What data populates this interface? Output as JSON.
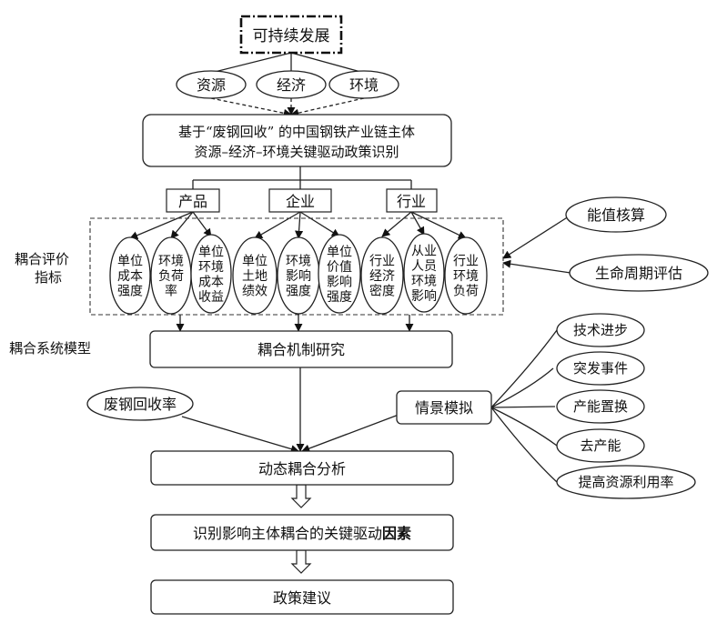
{
  "top": "可持续发展",
  "pillars": [
    "资源",
    "经济",
    "环境"
  ],
  "main_box": [
    "基于“废钢回收” 的中国钢铁产业链主体",
    "资源–经济–环境关键驱动政策识别"
  ],
  "levels": [
    "产品",
    "企业",
    "行业"
  ],
  "indicators_label": [
    "耦合评价",
    "指标"
  ],
  "indicators": [
    [
      "单位",
      "成本",
      "强度"
    ],
    [
      "环境",
      "负荷",
      "率"
    ],
    [
      "单位",
      "环境",
      "成本",
      "收益"
    ],
    [
      "单位",
      "土地",
      "绩效"
    ],
    [
      "环境",
      "影响",
      "强度"
    ],
    [
      "单位",
      "价值",
      "影响",
      "强度"
    ],
    [
      "行业",
      "经济",
      "密度"
    ],
    [
      "从业",
      "人员",
      "环境",
      "影响"
    ],
    [
      "行业",
      "环境",
      "负荷"
    ]
  ],
  "methods": [
    "能值核算",
    "生命周期评估"
  ],
  "model_label": "耦合系统模型",
  "mechanism": "耦合机制研究",
  "recycle_rate": "废钢回收率",
  "scenario": "情景模拟",
  "scenarios": [
    "技术进步",
    "突发事件",
    "产能置换",
    "去产能",
    "提高资源利用率"
  ],
  "dynamic": "动态耦合分析",
  "identify": {
    "normal": "识别影响主体耦合的关键驱动",
    "bold": "因素"
  },
  "policy": "政策建议"
}
